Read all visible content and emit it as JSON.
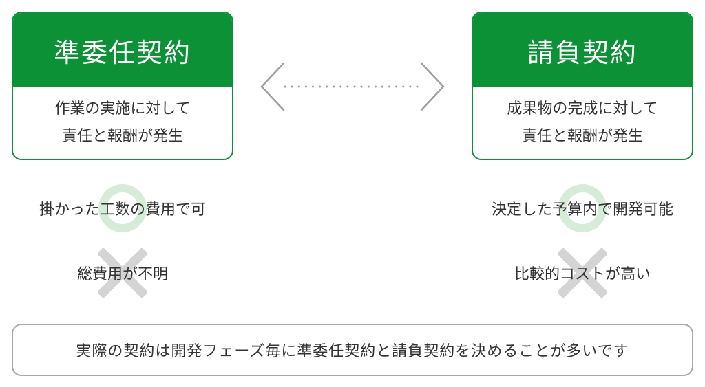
{
  "left_card": {
    "title": "準委任契約",
    "line1": "作業の実施に対して",
    "line2": "責任と報酬が発生"
  },
  "right_card": {
    "title": "請負契約",
    "line1": "成果物の完成に対して",
    "line2": "責任と報酬が発生"
  },
  "left_good": {
    "mark": "circle",
    "text": "掛かった工数の費用で可"
  },
  "left_bad": {
    "mark": "cross",
    "text": "総費用が不明"
  },
  "right_good": {
    "mark": "circle",
    "text": "決定した予算内で開発可能"
  },
  "right_bad": {
    "mark": "cross",
    "text": "比較的コストが高い"
  },
  "note": "実際の契約は開発フェーズ毎に準委任契約と請負契約を決めることが多いです",
  "colors": {
    "green": "#0d9137",
    "circle": "#d6ecd8",
    "cross": "#d4d4d4",
    "border_gray": "#a9a9a9",
    "arrow": "#9e9e9e",
    "text": "#333333"
  }
}
